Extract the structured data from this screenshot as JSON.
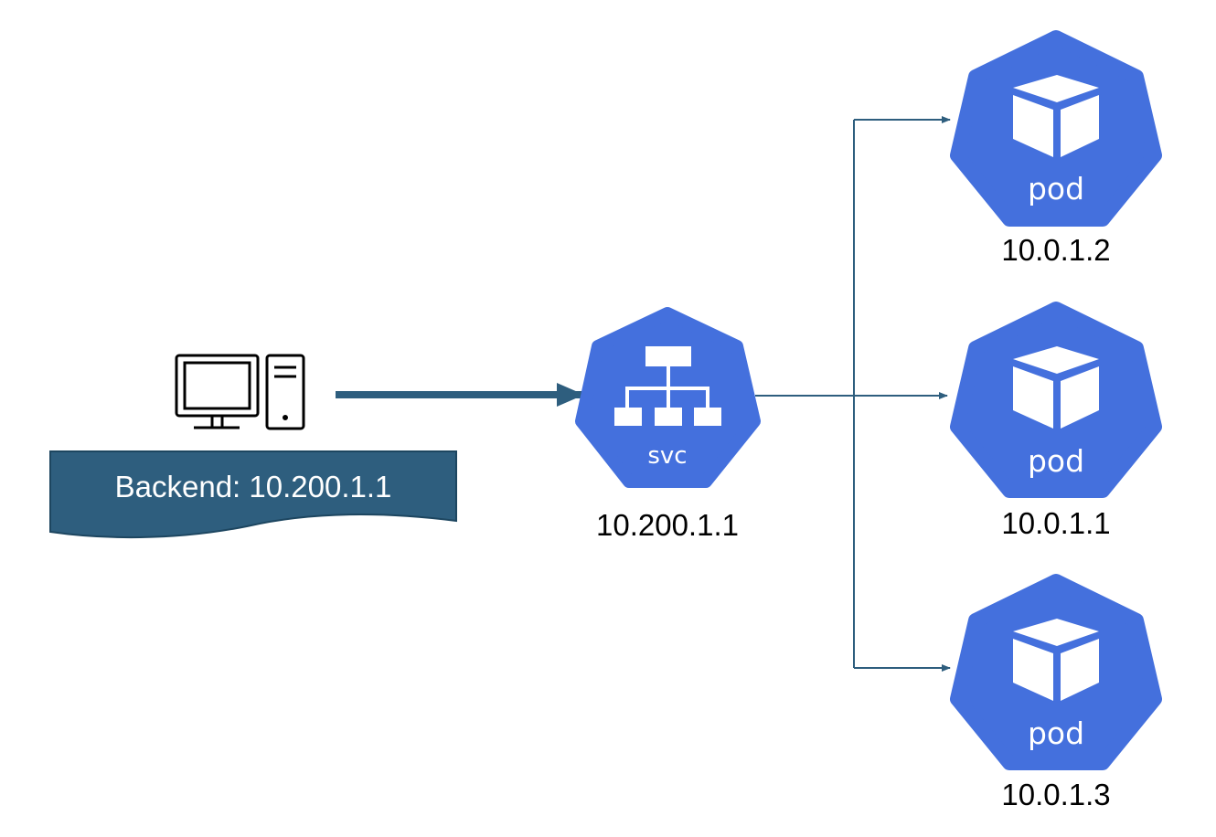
{
  "client": {
    "banner_text": "Backend: 10.200.1.1",
    "banner_color": "#2e5e7e"
  },
  "service": {
    "icon_text": "svc",
    "ip": "10.200.1.1",
    "color": "#4470dd"
  },
  "pods": [
    {
      "icon_text": "pod",
      "ip": "10.0.1.2"
    },
    {
      "icon_text": "pod",
      "ip": "10.0.1.1"
    },
    {
      "icon_text": "pod",
      "ip": "10.0.1.3"
    }
  ],
  "colors": {
    "arrow": "#2e5e7e",
    "pod": "#4470dd",
    "icon_fg": "#ffffff"
  }
}
